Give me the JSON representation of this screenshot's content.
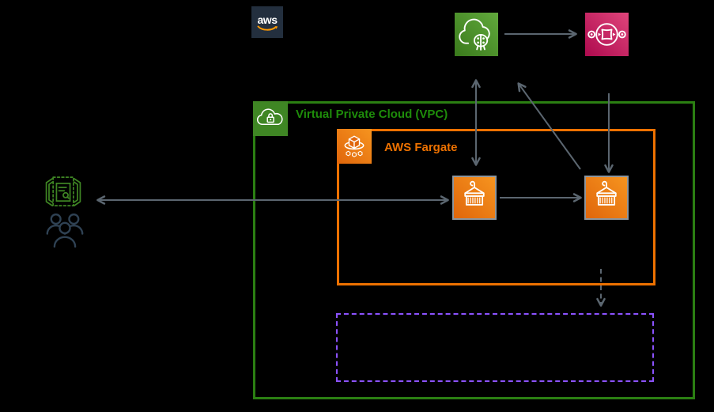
{
  "aws_logo": {
    "text": "aws"
  },
  "vpc": {
    "label": "Virtual Private Cloud (VPC)"
  },
  "fargate": {
    "label": "AWS Fargate"
  },
  "icons": [
    "aws-logo",
    "ai-ml-cloud-icon",
    "message-broker-icon",
    "vpc-cloud-lock-icon",
    "fargate-icon",
    "container-icon",
    "container-icon",
    "web-app-ui-icon",
    "users-icon"
  ],
  "connections": [
    {
      "from": "users-web-ui",
      "to": "container-1",
      "line": "solid",
      "arrows": "both"
    },
    {
      "from": "container-1",
      "to": "container-2",
      "line": "solid",
      "arrows": "end"
    },
    {
      "from": "container-1",
      "to": "ai-ml-cloud-service",
      "line": "solid",
      "arrows": "both"
    },
    {
      "from": "container-2",
      "to": "ai-ml-cloud-service",
      "line": "solid",
      "arrows": "end"
    },
    {
      "from": "ai-ml-cloud-service",
      "to": "message-broker",
      "line": "solid",
      "arrows": "end"
    },
    {
      "from": "message-broker",
      "to": "container-2",
      "line": "solid",
      "arrows": "end"
    },
    {
      "from": "container-2",
      "to": "dashed-group-box",
      "line": "dashed",
      "arrows": "end"
    }
  ],
  "colors": {
    "green": "#2B7F12",
    "greenlabel": "#1E8C0A",
    "orange": "#ED7100",
    "purple": "#8C52FF",
    "arrow": "#5B6670",
    "navy": "#232F3E",
    "graybrd": "#8D969E",
    "vpcicon": "#3F8624",
    "webgreen": "#3F8624",
    "users": "#2F4254",
    "pink1": "#E0457B",
    "pink2": "#AD0A4E",
    "mlg1": "#61A93C",
    "mlg2": "#3A7A1C",
    "org1": "#F6941F",
    "org2": "#E0660B",
    "swoosh": "#FF9900"
  }
}
